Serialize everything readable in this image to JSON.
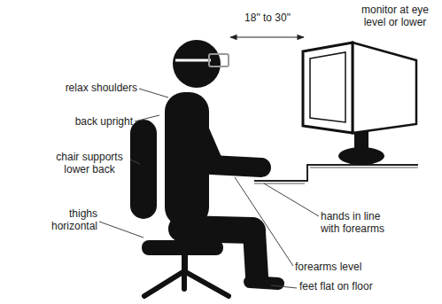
{
  "diagram": {
    "labels": [
      "monitor at eye level or lower",
      "18\" to 30\"",
      "relax shoulders",
      "back upright",
      "chair supports lower back",
      "thighs horizontal",
      "hands in line with forearms",
      "forearms level",
      "feet flat on floor"
    ]
  }
}
